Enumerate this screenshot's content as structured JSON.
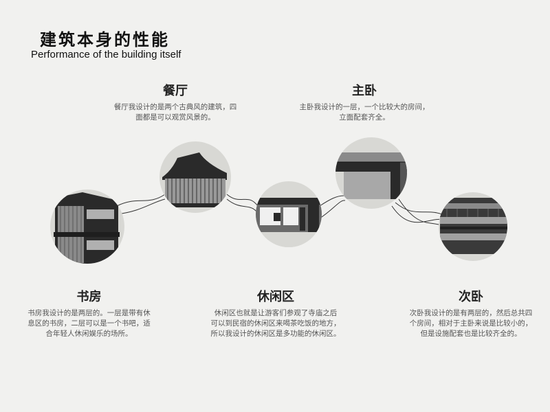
{
  "header": {
    "title_cn": "建筑本身的性能",
    "title_en": "Performance of the building itself"
  },
  "rooms": {
    "dining": {
      "title": "餐厅",
      "desc_line1": "餐厅我设计的是两个古典风的建筑，四",
      "desc_line2": "面都是可以观赏风景的。"
    },
    "master_bedroom": {
      "title": "主卧",
      "desc_line1": "主卧我设计的一层，一个比较大的房间，",
      "desc_line2": "立面配套齐全。"
    },
    "study": {
      "title": "书房",
      "desc_line1": "书房我设计的是两层的。一层是带有休",
      "desc_line2": "息区的书房，二层可以是一个书吧，适",
      "desc_line3": "合年轻人休闲娱乐的场所。"
    },
    "leisure": {
      "title": "休闲区",
      "desc_line1": "休闲区也就是让游客们参观了寺庙之后",
      "desc_line2": "可以到民宿的休闲区来喝茶吃饭的地方，",
      "desc_line3": "所以我设计的休闲区是多功能的休闲区。"
    },
    "second_bedroom": {
      "title": "次卧",
      "desc_line1": "次卧我设计的是有两层的，然后总共四",
      "desc_line2": "个房间，相对于主卧来说是比较小的，",
      "desc_line3": "但是设施配套也是比较齐全的。"
    }
  },
  "colors": {
    "background": "#f1f1ef",
    "circle_fill": "#d8d8d4",
    "building_dark": "#2a2a2a",
    "building_grey": "#7a7a7a",
    "connector_line": "#333333"
  }
}
